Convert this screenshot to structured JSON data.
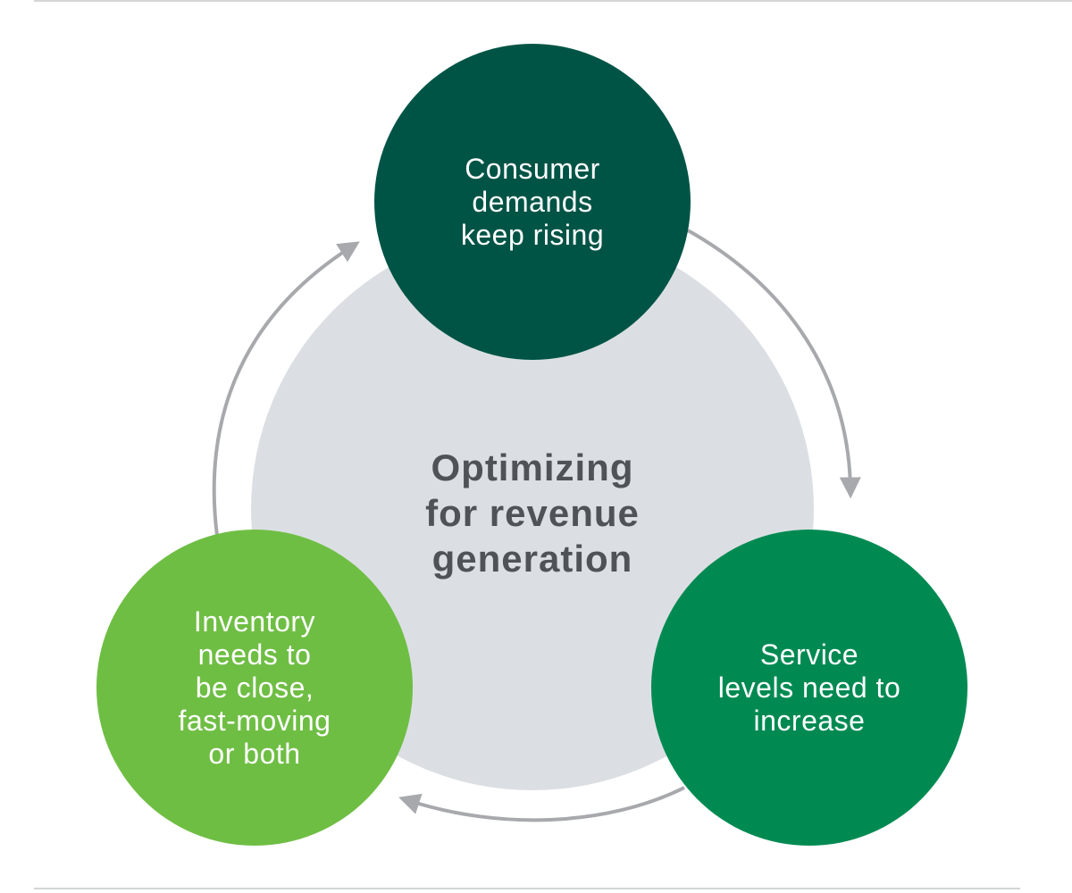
{
  "diagram": {
    "center": {
      "label": "Optimizing\nfor revenue\ngeneration",
      "color": "#dbdfe3"
    },
    "nodes": [
      {
        "id": "consumer-demands",
        "label": "Consumer\ndemands\nkeep rising",
        "color": "#005445"
      },
      {
        "id": "service-levels",
        "label": "Service\nlevels need to\nincrease",
        "color": "#008a52"
      },
      {
        "id": "inventory",
        "label": "Inventory\nneeds to\nbe close,\nfast-moving\nor both",
        "color": "#6fbe44"
      }
    ],
    "edges": [
      {
        "from": "consumer-demands",
        "to": "service-levels"
      },
      {
        "from": "service-levels",
        "to": "inventory"
      },
      {
        "from": "inventory",
        "to": "consumer-demands"
      }
    ],
    "arrow_color": "#a7a9ac",
    "text_colors": {
      "node": "#ffffff",
      "center": "#4f5357"
    }
  }
}
